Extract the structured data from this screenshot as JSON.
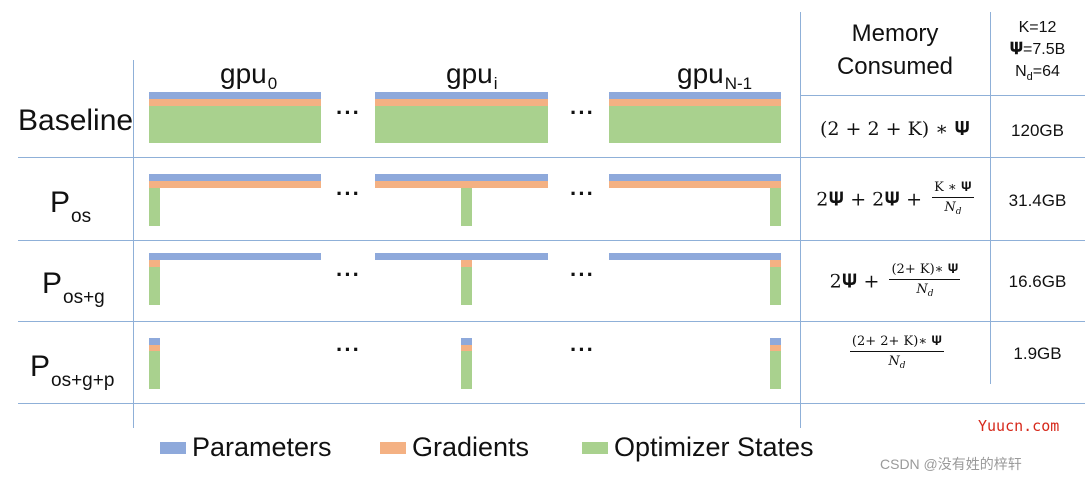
{
  "gpus": [
    {
      "base": "gpu",
      "sub": "0"
    },
    {
      "base": "gpu",
      "sub": "i"
    },
    {
      "base": "gpu",
      "sub": "N-1"
    }
  ],
  "ellipsis": "···",
  "rows": [
    {
      "label": "Baseline",
      "sub": "",
      "formula": "(2 + 2 + K) ∗ 𝚿",
      "value": "120GB"
    },
    {
      "label": "P",
      "sub": "os",
      "formula_main": "2𝚿 + 2𝚿 + ",
      "frac_num": "K ∗ 𝚿",
      "frac_den": "N",
      "frac_den_sub": "d",
      "value": "31.4GB"
    },
    {
      "label": "P",
      "sub": "os+g",
      "formula_main": "2𝚿 + ",
      "frac_num": "(2+ K)∗ 𝚿",
      "frac_den": "N",
      "frac_den_sub": "d",
      "value": "16.6GB"
    },
    {
      "label": "P",
      "sub": "os+g+p",
      "formula_main": "",
      "frac_num": "(2+ 2+ K)∗ 𝚿",
      "frac_den": "N",
      "frac_den_sub": "d",
      "value": "1.9GB"
    }
  ],
  "header": {
    "memory_line1": "Memory",
    "memory_line2": "Consumed",
    "k": "K=12",
    "psi_symbol": "𝚿",
    "psi_value": "=7.5B",
    "nd_base": "N",
    "nd_sub": "d",
    "nd_value": "=64"
  },
  "legend": [
    {
      "label": "Parameters",
      "color": "#8ea9db"
    },
    {
      "label": "Gradients",
      "color": "#f4b183"
    },
    {
      "label": "Optimizer States",
      "color": "#a9d18e"
    }
  ],
  "watermarks": {
    "site": "Yuucn.com",
    "csdn": "CSDN @没有姓的梓轩"
  },
  "colors": {
    "parameters": "#8ea9db",
    "gradients": "#f4b183",
    "optimizer_states": "#a9d18e",
    "grid_lines": "#8fb0d8"
  }
}
